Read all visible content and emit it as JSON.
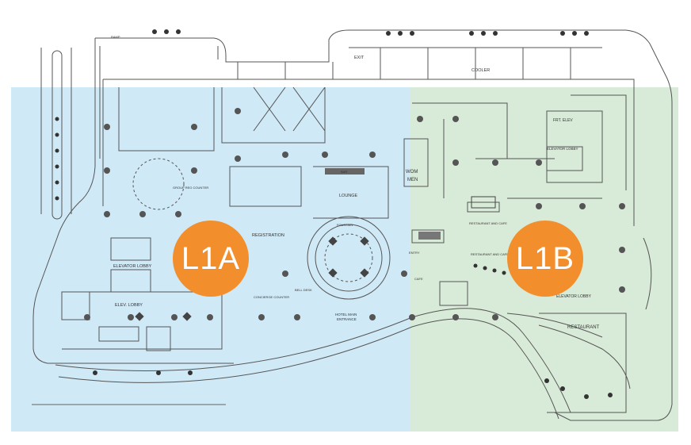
{
  "zones": [
    {
      "id": "L1A",
      "label": "L1A",
      "color": "#cfe9f6"
    },
    {
      "id": "L1B",
      "label": "L1B",
      "color": "#d8ead8"
    }
  ],
  "badge_color": "#f28e2b",
  "plan_labels": {
    "cooler": "COOLER",
    "exit": "EXIT",
    "group_reg_counter": "GROUP REG COUNTER",
    "registration": "REGISTRATION",
    "lounge": "LOUNGE",
    "bar": "BAR",
    "fountain": "FOUNTAIN",
    "elevator_lobby_a": "ELEVATOR LOBBY",
    "elev_lobby": "ELEV. LOBBY",
    "concierge_counter": "CONCIERGE COUNTER",
    "bell_desk": "BELL DESK",
    "hotel_main_entrance_1": "HOTEL MAIN",
    "hotel_main_entrance_2": "ENTRANCE",
    "wom": "WOM",
    "men": "MEN",
    "frt_elev": "FRT. ELEV",
    "elevator_lobby_b": "ELEVATOR LOBBY",
    "restaurant_cafe_1": "RESTAURANT AND CAFE",
    "restaurant_cafe_2": "RESTAURANT AND CAFE",
    "entry": "ENTRY",
    "cafe": "CAFE",
    "elevator_lobby_c": "ELEVATOR LOBBY",
    "restaurant": "RESTAURANT",
    "ramp": "RAMP"
  }
}
